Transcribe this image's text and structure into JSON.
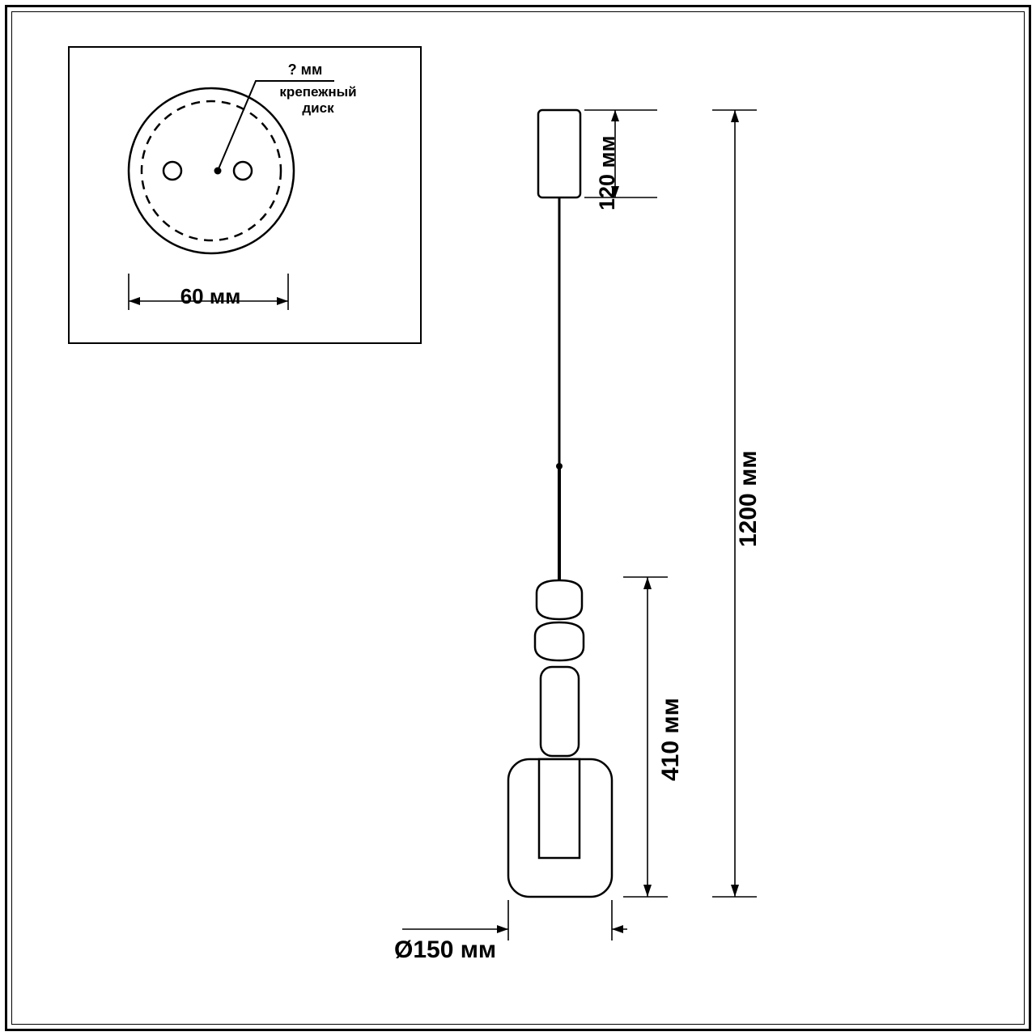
{
  "diagram": {
    "type": "technical-drawing",
    "subject": "pendant-lamp-dimension-drawing",
    "units": "мм",
    "inset": {
      "callout_value": "? мм",
      "callout_label": "крепежный\nдиск",
      "width_dimension": "60 мм"
    },
    "dimensions": {
      "canopy_height": "120 мм",
      "total_drop": "1200 мм",
      "shade_assembly_height": "410 мм",
      "shade_diameter": "Ø150 мм"
    },
    "colors": {
      "line": "#000000",
      "background": "#ffffff"
    }
  }
}
